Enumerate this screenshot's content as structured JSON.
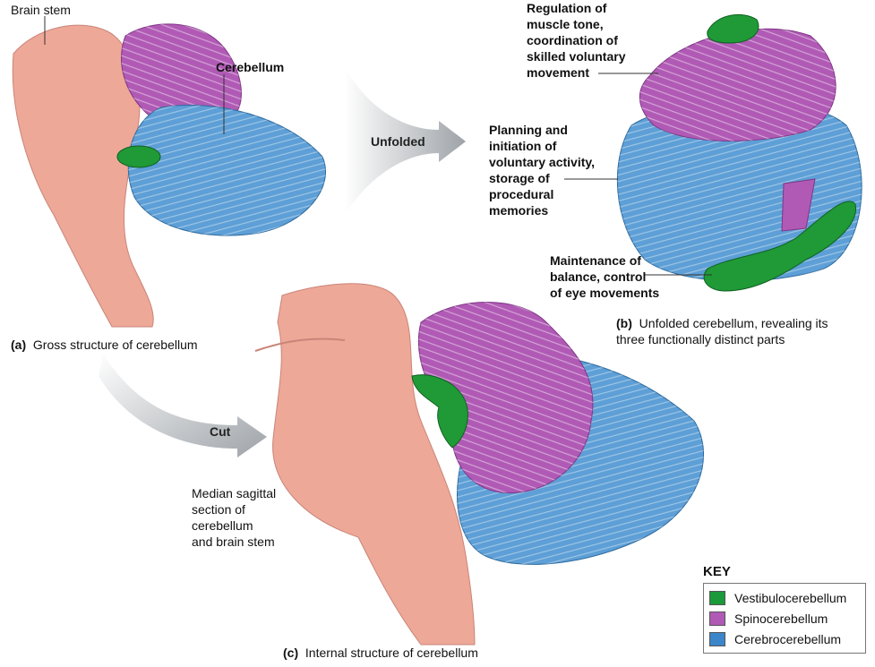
{
  "labels": {
    "brain_stem": "Brain stem",
    "cerebellum": "Cerebellum",
    "unfolded": "Unfolded",
    "cut": "Cut",
    "panel_a_letter": "(a)",
    "panel_a_caption": "Gross structure of cerebellum",
    "panel_b_letter": "(b)",
    "panel_b_caption_line1": "Unfolded cerebellum, revealing its",
    "panel_b_caption_line2": "three functionally distinct parts",
    "panel_c_letter": "(c)",
    "panel_c_caption": "Internal structure of cerebellum",
    "regulation": [
      "Regulation of",
      "muscle tone,",
      "coordination of",
      "skilled voluntary",
      "movement"
    ],
    "planning": [
      "Planning and",
      "initiation of",
      "voluntary activity,",
      "storage of",
      "procedural",
      "memories"
    ],
    "maintenance": [
      "Maintenance of",
      "balance, control",
      "of eye movements"
    ],
    "median": [
      "Median sagittal",
      "section of",
      "cerebellum",
      "and brain stem"
    ]
  },
  "key": {
    "title": "KEY",
    "items": [
      {
        "label": "Vestibulocerebellum",
        "color": "#1a9a3a"
      },
      {
        "label": "Spinocerebellum",
        "color": "#b05ab5"
      },
      {
        "label": "Cerebrocerebellum",
        "color": "#3a86c8"
      }
    ]
  },
  "colors": {
    "brainstem": "#eea898",
    "spino": "#b05ab5",
    "cerebro": "#5d9fd6",
    "vestibulo": "#1f9a36",
    "arrow": "#b8bcc0"
  }
}
